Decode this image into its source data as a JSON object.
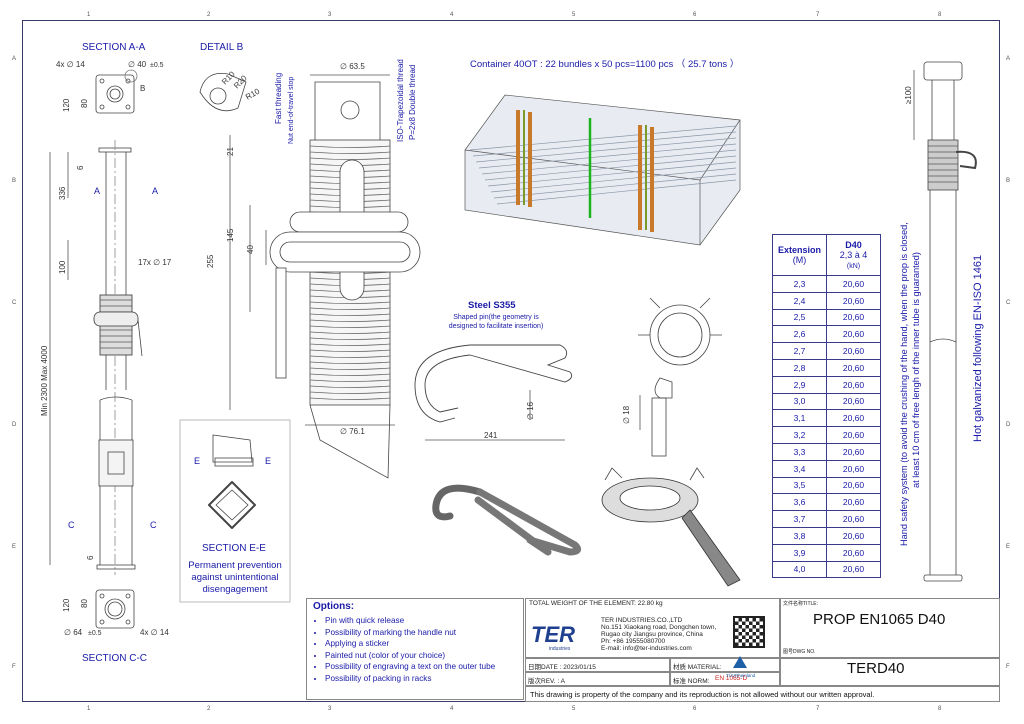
{
  "zones": {
    "top": [
      "1",
      "2",
      "3",
      "4",
      "5",
      "6",
      "7",
      "8"
    ],
    "side": [
      "A",
      "B",
      "C",
      "D",
      "E",
      "F"
    ]
  },
  "section_aa": {
    "title": "SECTION A-A",
    "d14": "4x ∅ 14",
    "d40": "∅ 40",
    "tol": "±0.5",
    "b": "B",
    "d120": "120",
    "d80": "80"
  },
  "detail_b": {
    "title": "DETAIL B",
    "r10a": "R10",
    "r20": "R20",
    "r10b": "R10"
  },
  "left_view": {
    "d6a": "6",
    "d336": "336",
    "a_left": "A",
    "a_right": "A",
    "d100": "100",
    "holes": "17x ∅ 17",
    "length": "Min 2300 Max 4000",
    "c_left": "C",
    "c_right": "C",
    "d6b": "6"
  },
  "section_cc": {
    "title": "SECTION C-C",
    "d120": "120",
    "d80": "80",
    "d64": "∅ 64",
    "tol": "±0.5",
    "d14": "4x ∅ 14"
  },
  "thread_view": {
    "fast": "Fast threading",
    "nut": "Nut end-of-travel stop",
    "iso": "ISO-Trapezoidal thread",
    "pitch": "P=2x8 Double thread",
    "d63": "∅ 63.5",
    "d21": "21",
    "d145": "145",
    "d40": "40",
    "d255": "255",
    "d76": "∅ 76.1"
  },
  "section_ee": {
    "e_left": "E",
    "e_right": "E",
    "title": "SECTION E-E",
    "note": "Permanent prevention against unintentional disengagement"
  },
  "pin": {
    "title": "Steel S355",
    "note": "Shaped pin(the geometry is designed to facilitate insertion)",
    "d16": "∅ 16",
    "d241": "241"
  },
  "nut": {
    "d18": "∅ 18"
  },
  "container": {
    "text": "Container 40OT  : 22 bundles x 50 pcs=1100 pcs （ 25.7 tons ）"
  },
  "extension_table": {
    "head_ext": "Extension",
    "head_unit": "(M)",
    "head_d40": "D40",
    "head_range": "2,3 à 4",
    "head_kn": "(kN)",
    "rows": [
      [
        "2,3",
        "20,60"
      ],
      [
        "2,4",
        "20,60"
      ],
      [
        "2,5",
        "20,60"
      ],
      [
        "2,6",
        "20,60"
      ],
      [
        "2,7",
        "20,60"
      ],
      [
        "2,8",
        "20,60"
      ],
      [
        "2,9",
        "20,60"
      ],
      [
        "3,0",
        "20,60"
      ],
      [
        "3,1",
        "20,60"
      ],
      [
        "3,2",
        "20,60"
      ],
      [
        "3,3",
        "20,60"
      ],
      [
        "3,4",
        "20,60"
      ],
      [
        "3,5",
        "20,60"
      ],
      [
        "3,6",
        "20,60"
      ],
      [
        "3,7",
        "20,60"
      ],
      [
        "3,8",
        "20,60"
      ],
      [
        "3,9",
        "20,60"
      ],
      [
        "4,0",
        "20,60"
      ]
    ]
  },
  "side_notes": {
    "hand1": "Hand safety system (to avoid the crushing of the hand, when the prop is closed,",
    "hand2": "at least 10 cm of free lengh of the inner tube is guaranted)",
    "galv": "Hot galvanized following EN-ISO 1461",
    "d100": "≥100"
  },
  "options": {
    "title": "Options:",
    "items": [
      "Pin with quick release",
      "Possibility of marking the handle nut",
      "Applying a sticker",
      "Painted nut (color of your choice)",
      "Possibility of engraving a text on the outer tube",
      "Possibility of packing in racks"
    ]
  },
  "title_block": {
    "weight": "TOTAL WEIGHT OF THE ELEMENT:  22.80 kg",
    "company": "TER INDUSTRIES.CO.,LTD",
    "addr1": "No.151 Xiaokang road, Dongchen town,",
    "addr2": "Rugao city Jiangsu province, China",
    "phone": "Ph: +86 19555080700",
    "email": "E-mail: info@ter-industries.com",
    "logo": "TER",
    "logo_sub": "industries",
    "title_label": "文件名称TITLE:",
    "title": "PROP EN1065 D40",
    "dwg_label": "图号DWG NO.",
    "dwg": "TERD40",
    "date": "日期DATE : 2023/01/15",
    "material": "材质 MATERIAL:",
    "rev": "版次REV. : A",
    "norm_label": "标准 NORM:",
    "norm": "EN 1065-D",
    "cert": "TÜVRheinland",
    "footer": "This drawing is property of the company and its reproduction is not allowed without our written approval."
  }
}
